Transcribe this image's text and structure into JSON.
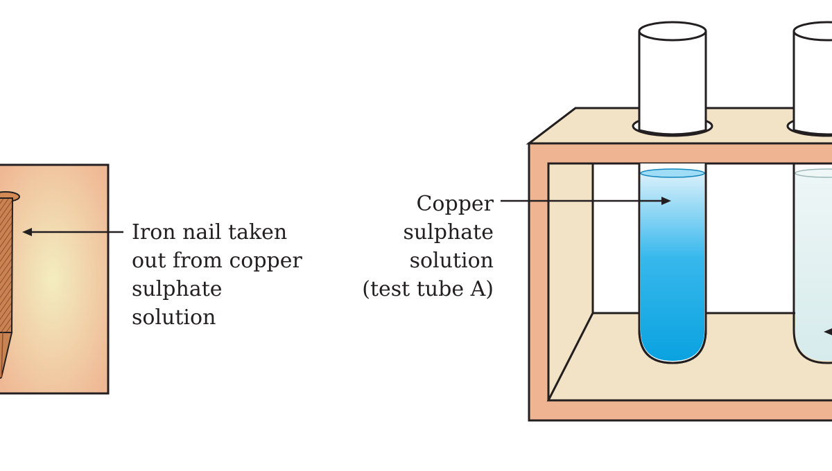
{
  "labels": {
    "nail": [
      "Iron nail taken",
      "out from copper",
      "sulphate",
      "solution"
    ],
    "solution_a": [
      "Copper",
      "sulphate",
      "solution",
      "(test tube A)"
    ]
  },
  "colors": {
    "outline": "#231f20",
    "stand_front": "#efb593",
    "stand_inner": "#f3e3c6",
    "panel_center": "#f3edc0",
    "panel_edge": "#efb894",
    "copper_solution": "#09a9e6",
    "copper_solution_light": "#d9f0fb",
    "pale_solution": "#dfeeee",
    "nail": "#c77e4a"
  },
  "icons": [
    "iron-nail-icon",
    "test-tube-a-icon",
    "test-tube-b-icon",
    "test-tube-stand-icon"
  ]
}
